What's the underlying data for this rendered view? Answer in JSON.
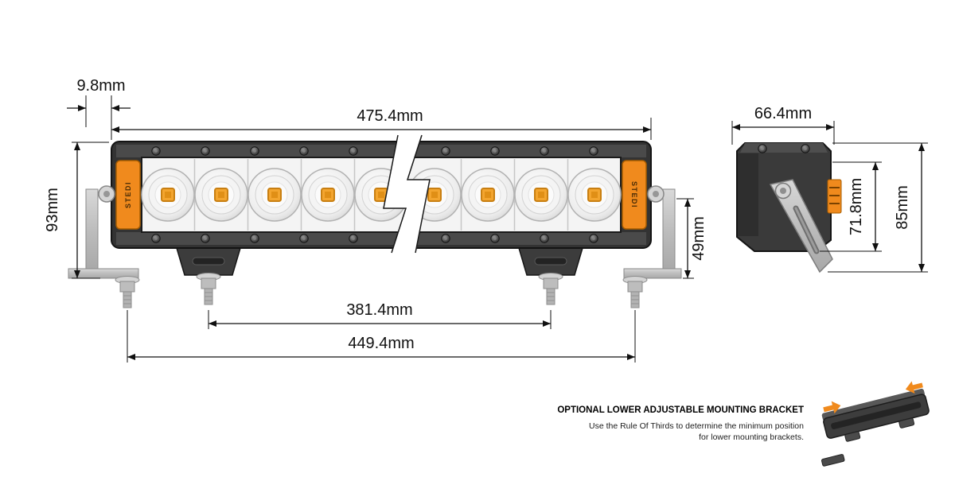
{
  "brand": {
    "name": "STEDI"
  },
  "front_view": {
    "dims": {
      "bracket_offset": "9.8mm",
      "overall_width": "475.4mm",
      "overall_height": "93mm",
      "foot_height": "49mm",
      "lower_mount_spacing": "381.4mm",
      "side_mount_spacing": "449.4mm"
    }
  },
  "side_view": {
    "dims": {
      "depth": "66.4mm",
      "body_height": "71.8mm",
      "overall_height": "85mm"
    }
  },
  "note": {
    "heading": "OPTIONAL LOWER ADJUSTABLE MOUNTING BRACKET",
    "line1": "Use the Rule Of Thirds to determine the minimum position",
    "line2": "for lower mounting brackets."
  },
  "colors": {
    "accent_orange": "#F08A1D",
    "led_amber": "#F3A52F",
    "body_dark": "#3A3A3A",
    "metal_gray": "#C6C6C6",
    "dimension_line": "#101010"
  }
}
